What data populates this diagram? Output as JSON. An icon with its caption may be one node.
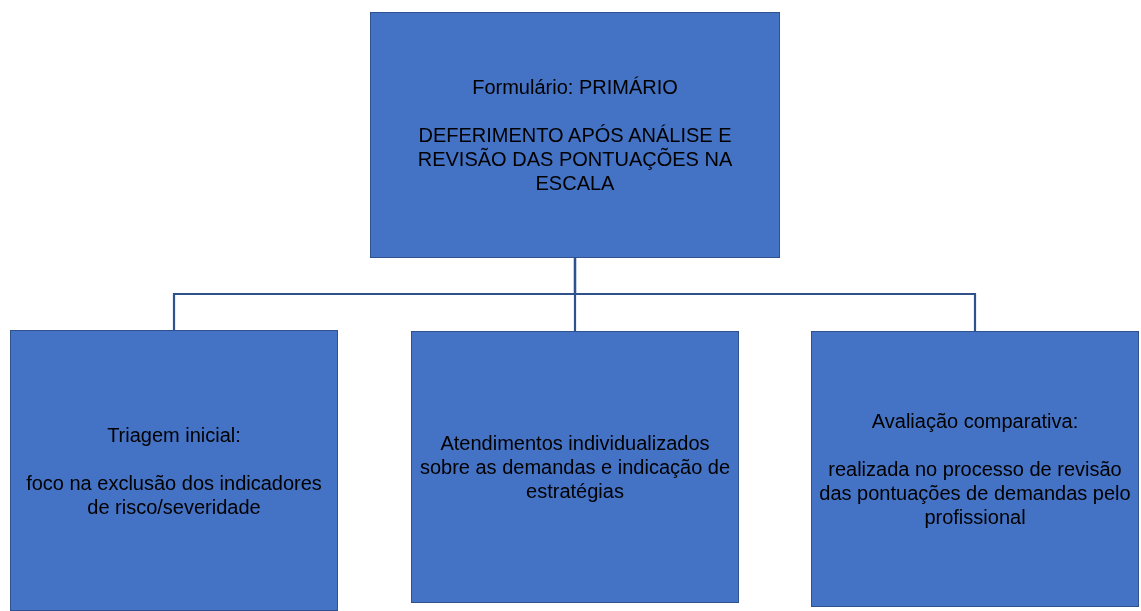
{
  "diagram": {
    "nodes": [
      {
        "text": [
          "Formulário: PRIMÁRIO",
          "DEFERIMENTO APÓS ANÁLISE E REVISÃO DAS PONTUAÇÕES NA ESCALA"
        ]
      },
      {
        "text": [
          "Triagem inicial:",
          "foco na exclusão dos indicadores de risco/severidade"
        ]
      },
      {
        "text": [
          "Atendimentos individualizados sobre as demandas e indicação de estratégias"
        ]
      },
      {
        "text": [
          "Avaliação comparativa:",
          "realizada no processo de revisão das pontuações de demandas pelo profissional"
        ]
      }
    ],
    "edges": [
      {
        "from": 0,
        "to": 1,
        "arrow": "none"
      },
      {
        "from": 0,
        "to": 2,
        "arrow": "none"
      },
      {
        "from": 0,
        "to": 3,
        "arrow": "none"
      }
    ]
  }
}
